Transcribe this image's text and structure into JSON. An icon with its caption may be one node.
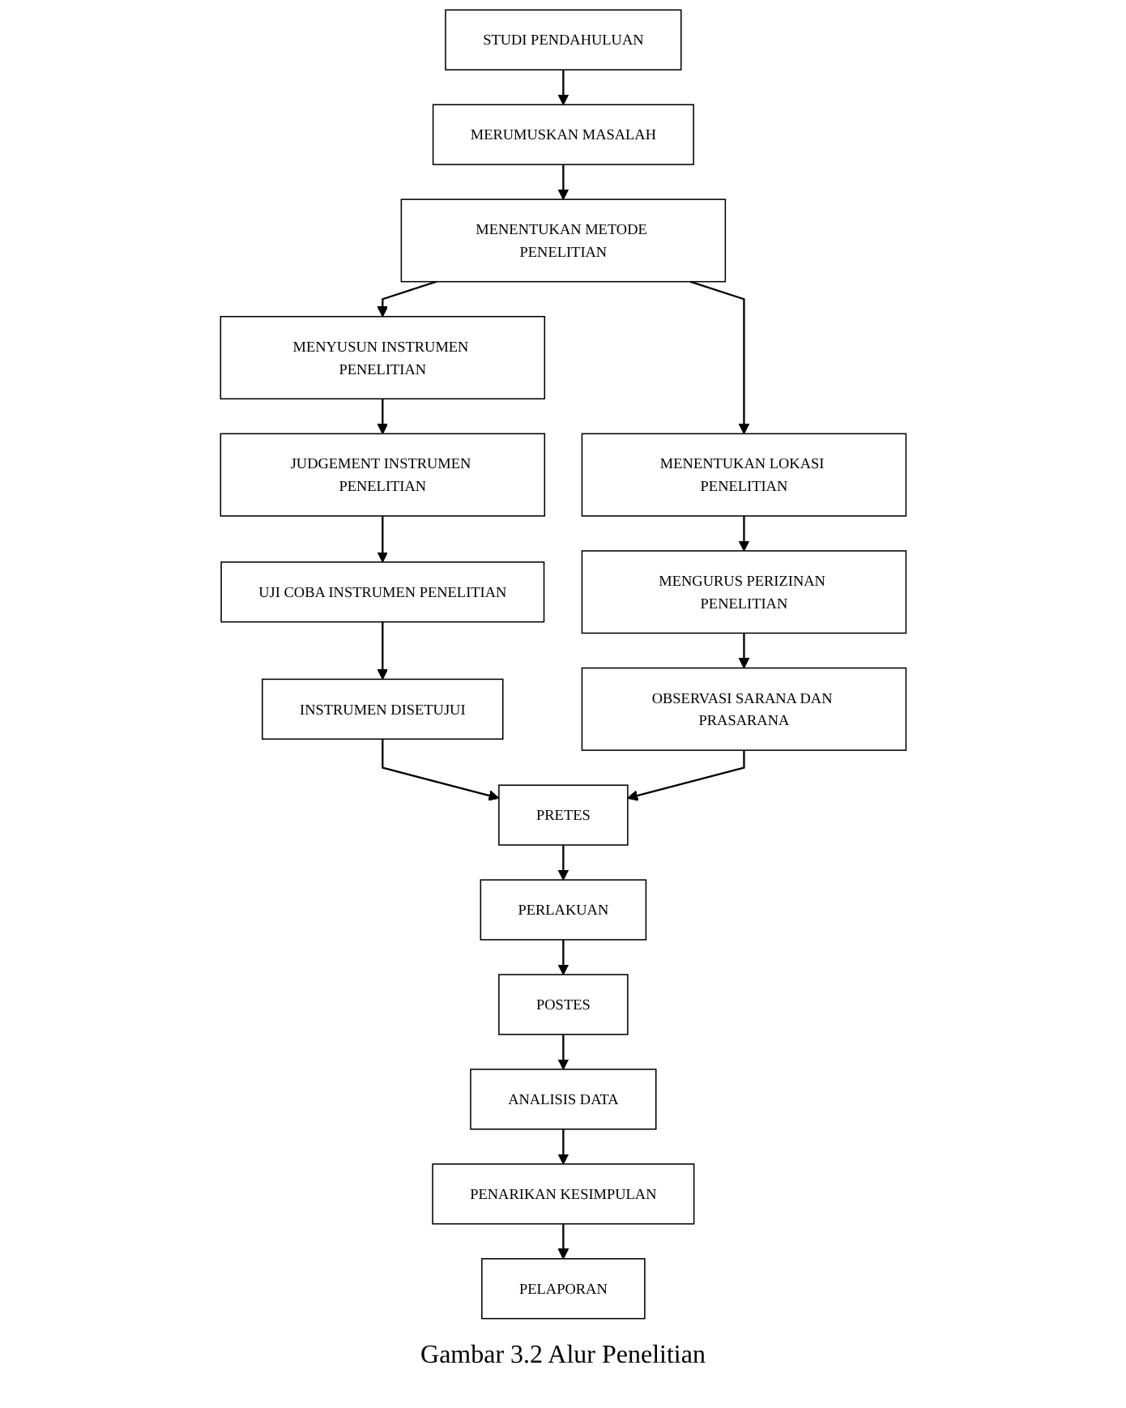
{
  "diagram": {
    "caption": "Gambar 3.2 Alur Penelitian",
    "nodes": [
      {
        "text": [
          "STUDI PENDAHULUAN"
        ]
      },
      {
        "text": [
          "MERUMUSKAN MASALAH"
        ]
      },
      {
        "text": [
          "MENENTUKAN METODE PENELITIAN"
        ]
      },
      {
        "text": [
          "MENYUSUN INSTRUMEN PENELITIAN"
        ]
      },
      {
        "text": [
          "JUDGEMENT INSTRUMEN PENELITIAN"
        ]
      },
      {
        "text": [
          "UJI COBA INSTRUMEN PENELITIAN"
        ]
      },
      {
        "text": [
          "INSTRUMEN DISETUJUI"
        ]
      },
      {
        "text": [
          "MENENTUKAN LOKASI PENELITIAN"
        ]
      },
      {
        "text": [
          "MENGURUS PERIZINAN PENELITIAN"
        ]
      },
      {
        "text": [
          "OBSERVASI SARANA DAN PRASARANA"
        ]
      },
      {
        "text": [
          "PRETES"
        ]
      },
      {
        "text": [
          "PERLAKUAN"
        ]
      },
      {
        "text": [
          "POSTES"
        ]
      },
      {
        "text": [
          "ANALISIS DATA"
        ]
      },
      {
        "text": [
          "PENARIKAN KESIMPULAN"
        ]
      },
      {
        "text": [
          "PELAPORAN"
        ]
      }
    ],
    "edges": [
      {
        "from": 0,
        "to": 1,
        "arrow": "to"
      },
      {
        "from": 1,
        "to": 2,
        "arrow": "to"
      },
      {
        "from": 2,
        "to": 3,
        "arrow": "to"
      },
      {
        "from": 2,
        "to": 7,
        "arrow": "to"
      },
      {
        "from": 3,
        "to": 4,
        "arrow": "to"
      },
      {
        "from": 4,
        "to": 5,
        "arrow": "to"
      },
      {
        "from": 5,
        "to": 6,
        "arrow": "to"
      },
      {
        "from": 7,
        "to": 8,
        "arrow": "to"
      },
      {
        "from": 8,
        "to": 9,
        "arrow": "to"
      },
      {
        "from": 6,
        "to": 10,
        "arrow": "to"
      },
      {
        "from": 9,
        "to": 10,
        "arrow": "to"
      },
      {
        "from": 10,
        "to": 11,
        "arrow": "to"
      },
      {
        "from": 11,
        "to": 12,
        "arrow": "to"
      },
      {
        "from": 12,
        "to": 13,
        "arrow": "to"
      },
      {
        "from": 13,
        "to": 14,
        "arrow": "to"
      },
      {
        "from": 14,
        "to": 15,
        "arrow": "to"
      }
    ]
  }
}
